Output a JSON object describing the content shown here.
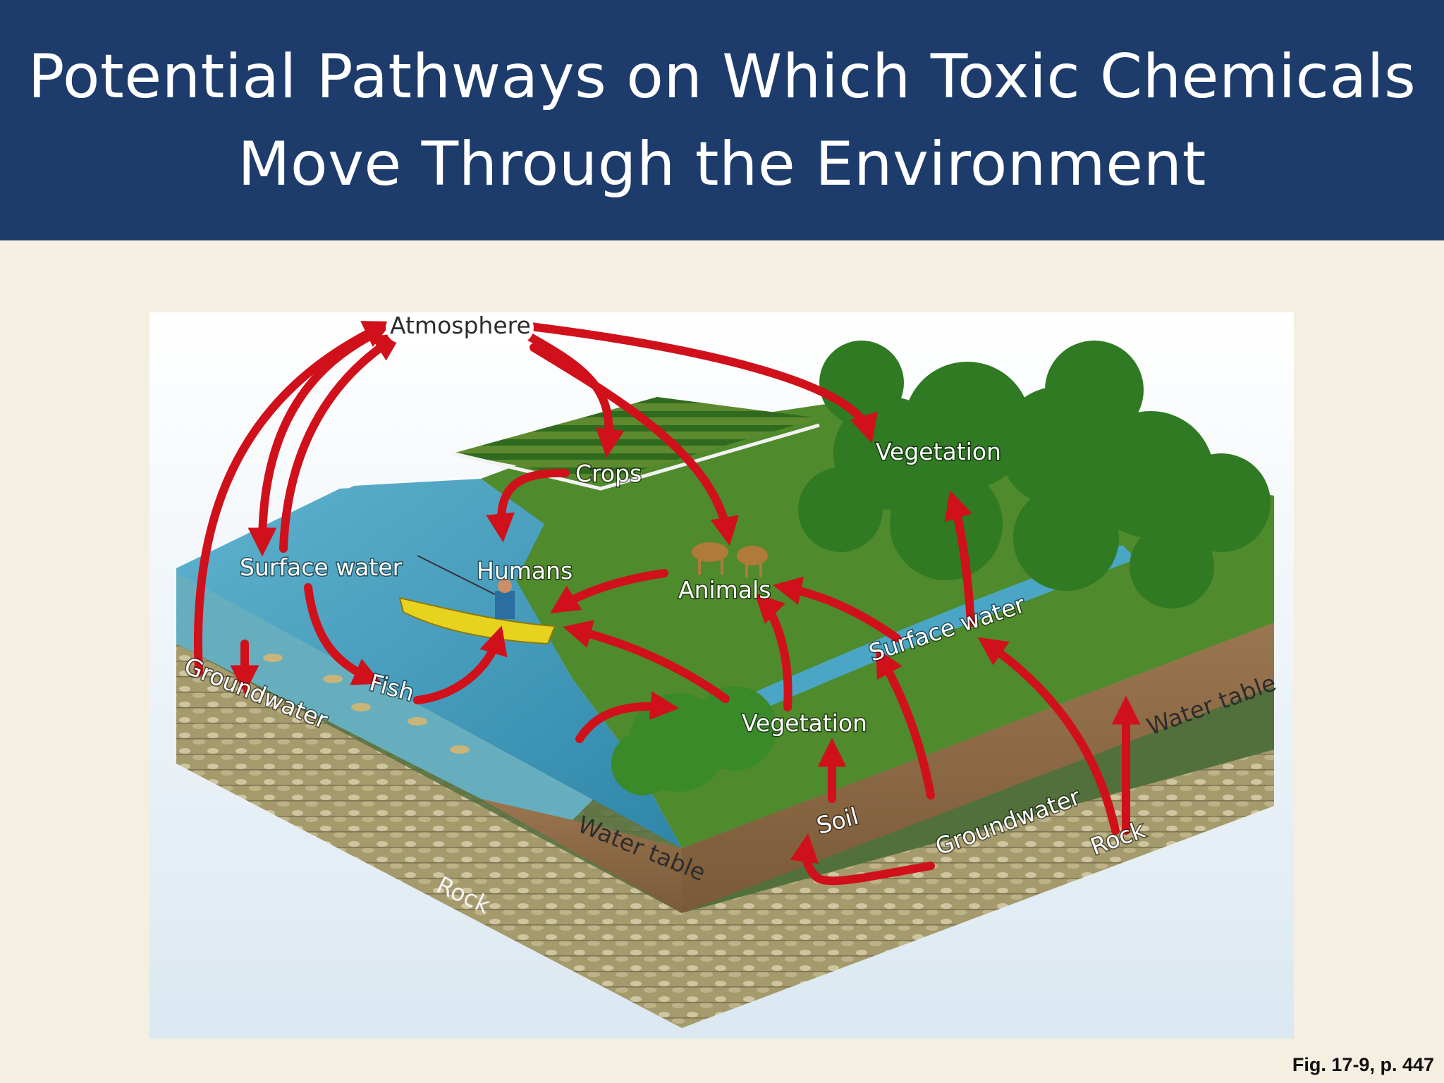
{
  "slide": {
    "title_line1": "Potential Pathways on Which Toxic Chemicals",
    "title_line2": "Move Through the Environment",
    "figure_ref": "Fig. 17-9, p. 447"
  },
  "diagram": {
    "labels": {
      "atmosphere": "Atmosphere",
      "crops": "Crops",
      "vegetation_top": "Vegetation",
      "surface_water_left": "Surface water",
      "humans": "Humans",
      "animals": "Animals",
      "surface_water_right": "Surface water",
      "groundwater_left": "Groundwater",
      "fish": "Fish",
      "vegetation_mid": "Vegetation",
      "water_table_right": "Water table",
      "soil": "Soil",
      "groundwater_right": "Groundwater",
      "rock_right": "Rock",
      "water_table_mid": "Water table",
      "rock_left": "Rock"
    },
    "colors": {
      "arrow": "#d0101a",
      "water": "#3f9bbd",
      "grass": "#4f8a2c",
      "trees": "#2f7a22",
      "soil": "#8a6a44",
      "groundwater_layer": "#4f6a3a",
      "rock": "#b3a578",
      "sky": "#e9f1f7"
    }
  }
}
